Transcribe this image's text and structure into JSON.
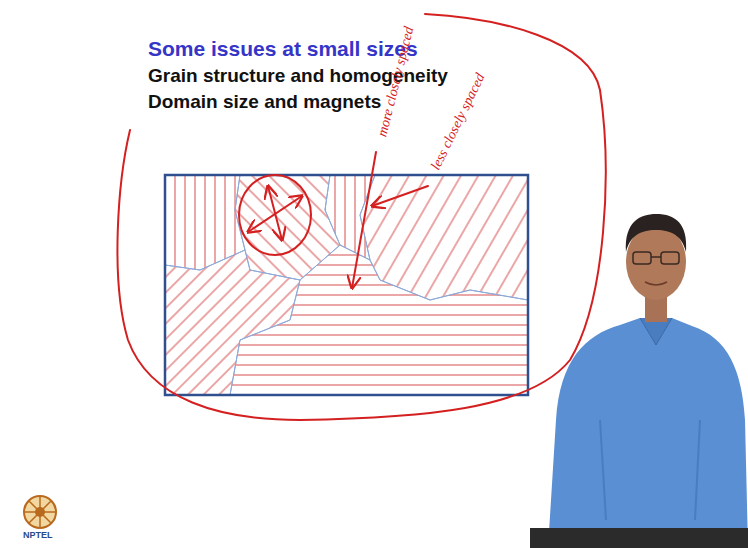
{
  "diagram": {
    "title": "Some issues at small sizes",
    "labels": [
      "Grain structure and homogeneity",
      "Domain size and magnets",
      "more closely spaced",
      "less closely spaced",
      "NPTEL"
    ]
  }
}
